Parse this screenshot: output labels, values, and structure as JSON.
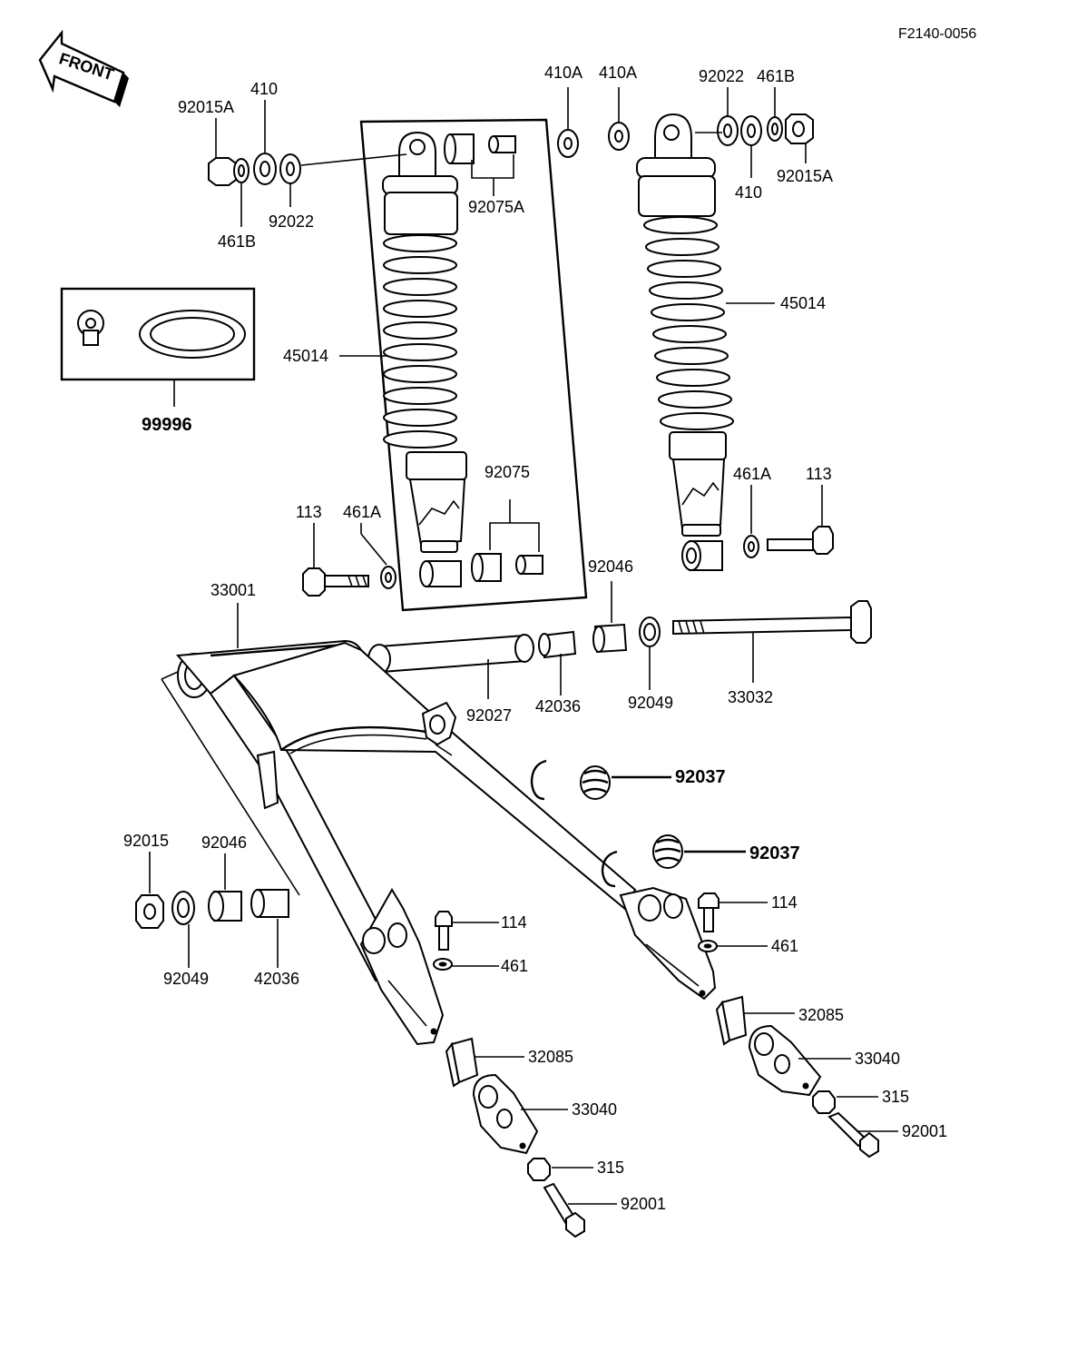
{
  "diagram_code": "F2140-0056",
  "front_label": "FRONT",
  "labels": {
    "l_410_left": "410",
    "l_92015A_left": "92015A",
    "l_461B_left": "461B",
    "l_92022_left": "92022",
    "l_92075A": "92075A",
    "l_410A_1": "410A",
    "l_410A_2": "410A",
    "l_92022_right": "92022",
    "l_461B_right": "461B",
    "l_410_right": "410",
    "l_92015A_right": "92015A",
    "l_45014_left": "45014",
    "l_45014_right": "45014",
    "l_99996": "99996",
    "l_92075": "92075",
    "l_113_left": "113",
    "l_461A_left": "461A",
    "l_461A_right": "461A",
    "l_113_right": "113",
    "l_33001": "33001",
    "l_92046_top": "92046",
    "l_92027": "92027",
    "l_42036_top": "42036",
    "l_92049_top": "92049",
    "l_33032": "33032",
    "l_92037_a": "92037",
    "l_92037_b": "92037",
    "l_92015": "92015",
    "l_92046_left": "92046",
    "l_92049_left": "92049",
    "l_42036_left": "42036",
    "l_114_left": "114",
    "l_461_left": "461",
    "l_114_right": "114",
    "l_461_right": "461",
    "l_32085_right": "32085",
    "l_33040_right": "33040",
    "l_315_right": "315",
    "l_92001_right": "92001",
    "l_32085_left": "32085",
    "l_33040_left": "33040",
    "l_315_left": "315",
    "l_92001_left": "92001"
  }
}
